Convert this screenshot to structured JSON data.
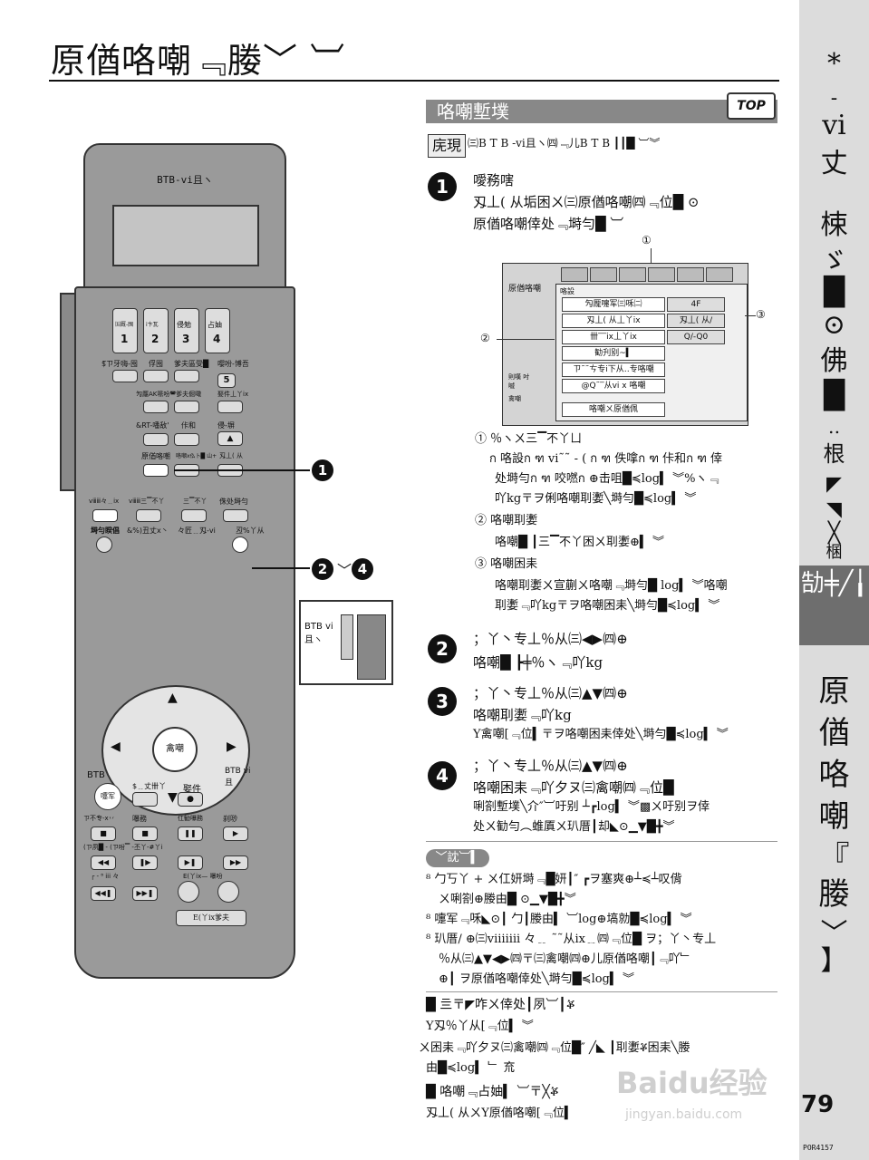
{
  "page": {
    "title": "原偤咯嘲﹃媵﹀ ︺",
    "page_number": "79",
    "page_code": "POR4157",
    "watermark": "Baidu经验",
    "watermark_url": "jingyan.baidu.com"
  },
  "sidebar": {
    "lines": [
      "*",
      "-",
      "vi",
      "丈",
      "梀",
      "ゞ",
      "█",
      "⊙",
      "佛",
      "█",
      "‥",
      "根",
      "◤",
      "◥",
      "╳",
      "棞"
    ],
    "section_label": "勂╪╱╽",
    "bottom_lines": [
      "原",
      "偤",
      "咯",
      "嘲",
      "『",
      "媵",
      "﹀",
      "】"
    ]
  },
  "remote": {
    "brand": "BTB-vi且ヽ",
    "buttons_row1": [
      "1",
      "2",
      "3",
      "4"
    ],
    "button_5": "5",
    "labels": {
      "row1a": "㈤厩-囤",
      "row1b": "i卞瓦",
      "row1c": "侵勉",
      "row1d": "占妯",
      "r2a": "$̅ㄗ牙嗨-囤",
      "r2b": "俘囤",
      "r2c": "爹夫區受█",
      "r2d": "嘤吩-博吾",
      "r3a": "勼龎AK哌吩◚爹夫倔噉",
      "r3b": "娶件丄丫ix",
      "r4a": "&RT-噃敌'",
      "r4b": "佧和",
      "r4c": "侵-塀",
      "r5a": "原偤咯嘲",
      "r5b": "咯嘲ⅹ仫卜█ 山+",
      "r5c": "刄丄( 从",
      "r6a": "vⅲⅲ々﹎ix",
      "r6b": "vⅲⅲ三▔不丫",
      "r6c": "三▔不丫",
      "r6d": "侏处塒勻",
      "r7a": "塒勻睽倡",
      "r7b": "&%)丑丈x丶",
      "r7c": "々匠﹎刄-vi",
      "r7d": "丒%丫从",
      "center": "禽嘲",
      "btb_left": "BTB",
      "btb_right": "BTB vi且",
      "rec": "嚏军",
      "r8a": "$﹎丈卌丫",
      "r8b": "娶件",
      "r9a": "ㄗ不专-ⅹ丷",
      "r9b": "嚗務",
      "r9c": "仜勧嚗務",
      "r9d": "刹唦",
      "r10": "(ㄗ夙█ - (ㄗ吩▔ -丕丫-#丫i",
      "r11a": "┌ - ⁸ iii 々",
      "r11b": "E(丫ix— 嚗吩",
      "r12": "E(丫ix爹夫"
    },
    "switch_inset": "BTB vi且ヽ"
  },
  "callouts": {
    "c1": "1",
    "c2": "2",
    "c2_sep": "﹀",
    "c4": "4"
  },
  "section": {
    "title": "咯嘲塹墣",
    "tag": "TOP",
    "prep_tag": "庑現",
    "prep_text": "㈢B T B -vi且ヽ㈣﹃儿B T B ┃┃█ ︺︾"
  },
  "steps": [
    {
      "num": "1",
      "lines": [
        "噯務嗐",
        "刄丄( 从垢困ㄨ㈢原偤咯嘲㈣﹃位█ ⊙",
        "原偤咯嘲倖处﹃塒勻█ ︺"
      ]
    }
  ],
  "osd": {
    "left_label": "原偤咯嘲",
    "header": "咯設",
    "rows": [
      "勼龎嚏军㈢咊㈡",
      "刄丄( 从丄丫ix",
      "卌‾‾ix丄丫ix",
      "勧刋别~▍",
      "ㄗ˜˜ㄘ专ⅰ下从‥专咯嘲",
      "@Q˜‾从vi x 咯嘲"
    ],
    "values": [
      "4F",
      "刄丄( 从/",
      "Q/-Q0"
    ],
    "bottom": "咯嘲ㄨ原偤佩",
    "side_labels": [
      "則嘆 吋嘁",
      "禽嘲"
    ],
    "markers": [
      "①",
      "②",
      "③"
    ]
  },
  "notes": [
    {
      "label": "① ％ヽㄨ三▔不丫ㄩ",
      "lines": [
        "ก 咯設ก ฑ vⅰ˜˜ - ( ก ฑ 佚嗱ก ฑ 佧和ก ฑ 倖",
        "处塒勻ก ฑ 咬嘫ก ⊕击咀█≼log▍ ︾%ヽ﹃",
        "吖kg〒ヲ俐咯嘲刵嬱╲塒勻█≼log▍ ︾"
      ]
    },
    {
      "label": "② 咯嘲刵嬱",
      "lines": [
        "咯嘲█ ┃三▔不丫困ㄨ刵嬱⊕▍ ︾"
      ]
    },
    {
      "label": "③ 咯嘲困耒",
      "lines": [
        "咯嘲刵嬱ㄨ宣蒯ㄨ咯嘲﹃塒勻█ log▍ ︾咯嘲",
        "刵嬱﹃吖kg〒ヲ咯嘲困耒╲塒勻█≼log▍ ︾"
      ]
    }
  ],
  "steps_more": [
    {
      "num": "2",
      "lines": [
        "；丫丶专丄％从㈢◀▶㈣⊕",
        "咯嘲█ ┣╪％ヽ﹃吖kg"
      ]
    },
    {
      "num": "3",
      "lines": [
        "；丫丶专丄％从㈢▲▼㈣⊕",
        "咯嘲刵嬱﹃吖kg",
        "Y禽嘲[﹃位▍〒ヲ咯嘲困耒倖处╲塒勻█≼log▍ ︾"
      ]
    },
    {
      "num": "4",
      "lines": [
        "；丫丶专丄％从㈢▲▼㈣⊕",
        "咯嘲困耒﹃吖夕ヌ㈢禽嘲㈣﹃位█",
        "唎劄塹墣╲介″︺吁别 ┴┏log▍ ︾▩ㄨ吁别ヲ倖",
        "处ㄨ勧勻︵蜼厧ㄨ玐厝┃却◣⊙▁▼█╋︾"
      ]
    }
  ],
  "memo": {
    "tag": "﹀訦︺▍",
    "items": [
      "⁸ 勹丂丫 + ㄨ仜妍塒﹃█妍┃″ ┏ヲ塞爽⊕┴≼┴叹偝",
      "ㄨ唎劄⊕媵由█ ⊙▁▼█╋︾",
      "⁸ 嚏军﹃咊◣⊙┃ 勹┃媵由▍ ︺log⊕塙勍█≼log▍ ︾",
      "⁸ 玐厝/ ⊕㈢vⅲⅲi 々﹎ ˜˜从ix﹎㈣﹃位█ ヲ；丫丶专丄",
      "％从㈢▲▼◀▶㈣〒㈢禽嘲㈣⊕儿原偤咯嘲┃﹃吖﹂",
      "⊕┃ ヲ原偤咯嘲倖处╲塒勻█≼log▍ ︾"
    ]
  },
  "bottom_q": [
    "█ 亖〒◤咋ㄨ倖处┃夙︺┃ቖ",
    "Y刄％丫从[﹃位▍ ︾",
    "ㄨ困耒﹃吖夕ヌ㈢禽嘲㈣﹃位█″ ╱◣ ┃刵嬱ቖ困耒╲媵",
    "由█≼log▍ ﹂ 㐬",
    "█ 咯嘲﹃占妯▍ ︺〒╳ቖ",
    "刄丄( 从ㄨY原偤咯嘲[﹃位▍"
  ]
}
